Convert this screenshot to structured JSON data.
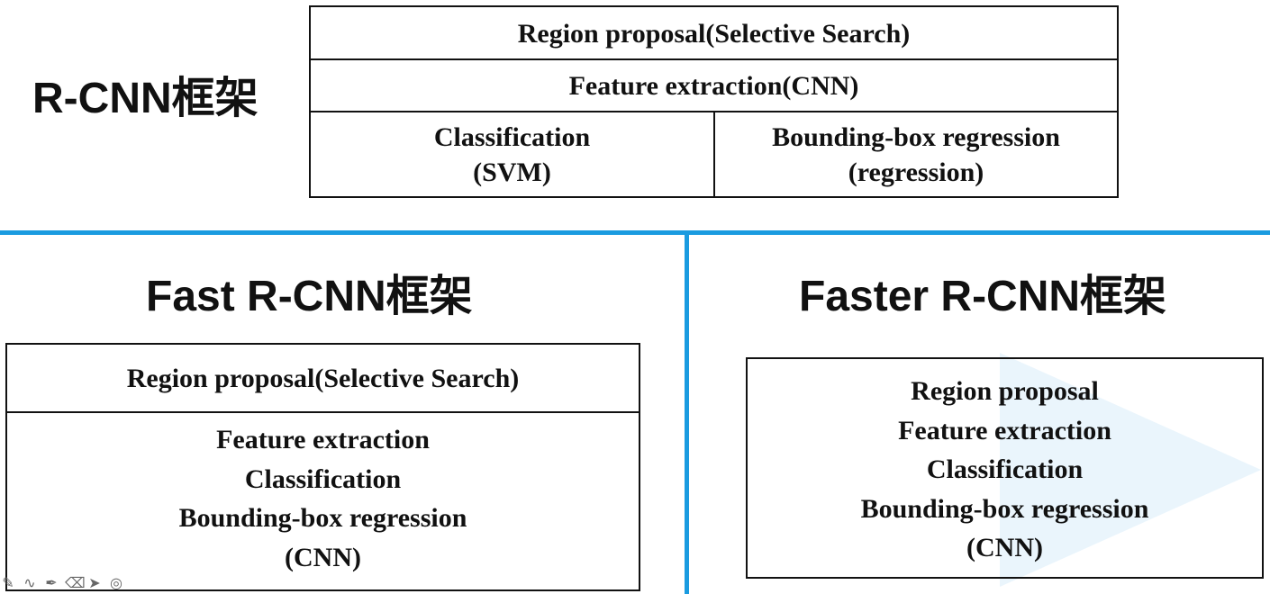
{
  "rcnn": {
    "title": "R-CNN框架",
    "row1": "Region proposal(Selective Search)",
    "row2": "Feature extraction(CNN)",
    "cell_left": [
      "Classification",
      "(SVM)"
    ],
    "cell_right": [
      "Bounding-box regression",
      "(regression)"
    ]
  },
  "fast": {
    "title": "Fast R-CNN框架",
    "row1": "Region proposal(Selective Search)",
    "row2": [
      "Feature extraction",
      "Classification",
      "Bounding-box regression",
      "(CNN)"
    ]
  },
  "faster": {
    "title": "Faster R-CNN框架",
    "lines": [
      "Region proposal",
      "Feature extraction",
      "Classification",
      "Bounding-box regression",
      "(CNN)"
    ]
  },
  "colors": {
    "accent_line": "#1a9be0",
    "border": "#111111",
    "watermark": "#e6f3fb"
  },
  "toolbar_icons": [
    "pen-icon",
    "curve-icon",
    "marker-icon",
    "eraser-icon",
    "pointer-icon",
    "target-icon"
  ]
}
